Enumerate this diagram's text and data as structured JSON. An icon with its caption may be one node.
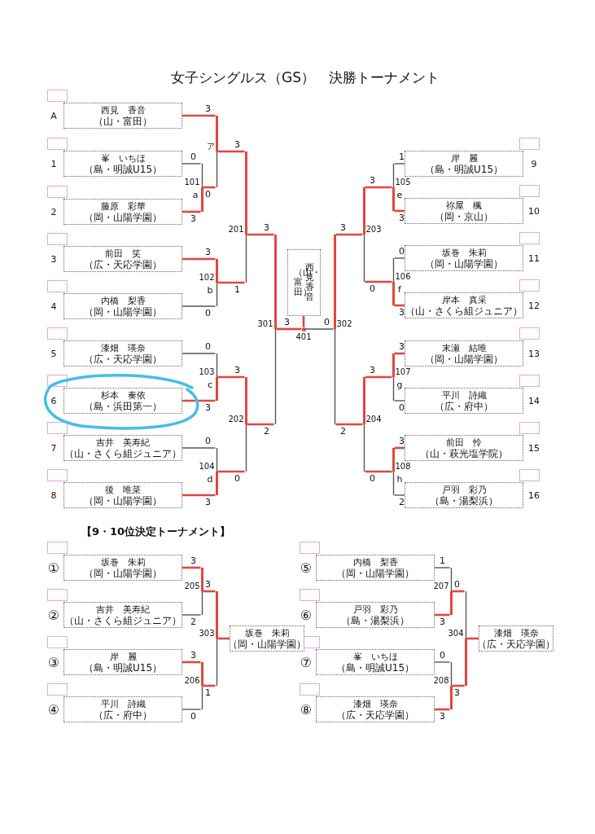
{
  "diagram": {
    "title": "女子シングルス（GS）　決勝トーナメント",
    "nodes": [
      {
        "text": [
          "西見　香音",
          "（山・富田）"
        ],
        "beside": [
          "A"
        ]
      },
      {
        "text": [
          "峯　いちほ",
          "（島・明誠U15）"
        ],
        "beside": [
          "1"
        ]
      },
      {
        "text": [
          "藤原　彩華",
          "（岡・山陽学園）"
        ],
        "beside": [
          "2"
        ]
      },
      {
        "text": [
          "前田　笑",
          "（広・天応学園）"
        ],
        "beside": [
          "3"
        ]
      },
      {
        "text": [
          "内橋　梨香",
          "（岡・山陽学園）"
        ],
        "beside": [
          "4"
        ]
      },
      {
        "text": [
          "漆畑　瑛奈",
          "（広・天応学園）"
        ],
        "beside": [
          "5"
        ]
      },
      {
        "text": [
          "杉本　奏依",
          "（島・浜田第一）"
        ],
        "beside": [
          "6"
        ]
      },
      {
        "text": [
          "吉井　美寿紀",
          "（山・さくら組ジュニア）"
        ],
        "beside": [
          "7"
        ]
      },
      {
        "text": [
          "後　唯菜",
          "（岡・山陽学園）"
        ],
        "beside": [
          "8"
        ]
      },
      {
        "text": [
          "岸　麗",
          "（島・明誠U15）"
        ],
        "beside": [
          "9"
        ]
      },
      {
        "text": [
          "祢屋　楓",
          "（岡・京山）"
        ],
        "beside": [
          "10"
        ]
      },
      {
        "text": [
          "坂巻　朱莉",
          "（岡・山陽学園）"
        ],
        "beside": [
          "11"
        ]
      },
      {
        "text": [
          "岸本　真采",
          "（山・さくら組ジュニア）"
        ],
        "beside": [
          "12"
        ]
      },
      {
        "text": [
          "末瀬　結唯",
          "（岡・山陽学園）"
        ],
        "beside": [
          "13"
        ]
      },
      {
        "text": [
          "平川　詩織",
          "（広・府中）"
        ],
        "beside": [
          "14"
        ]
      },
      {
        "text": [
          "前田　怜",
          "（山・萩光塩学院）"
        ],
        "beside": [
          "15"
        ]
      },
      {
        "text": [
          "戸羽　彩乃",
          "（島・湯梨浜）"
        ],
        "beside": [
          "16"
        ]
      },
      {
        "text": [
          "西見香音",
          "（山・富田）"
        ]
      },
      {
        "text": [],
        "shape": "bar",
        "beside": [
          "101",
          "a"
        ]
      },
      {
        "text": [],
        "shape": "bar",
        "beside": [
          "ア"
        ]
      },
      {
        "text": [],
        "shape": "bar",
        "beside": [
          "102",
          "b"
        ]
      },
      {
        "text": [],
        "shape": "bar",
        "beside": [
          "201"
        ]
      },
      {
        "text": [],
        "shape": "bar",
        "beside": [
          "103",
          "c"
        ]
      },
      {
        "text": [],
        "shape": "bar",
        "beside": [
          "104",
          "d"
        ]
      },
      {
        "text": [],
        "shape": "bar",
        "beside": [
          "202"
        ]
      },
      {
        "text": [],
        "shape": "bar",
        "beside": [
          "301"
        ]
      },
      {
        "text": [],
        "shape": "dot",
        "beside": [
          "401"
        ]
      },
      {
        "text": [],
        "shape": "bar",
        "beside": [
          "302"
        ]
      },
      {
        "text": [],
        "shape": "bar",
        "beside": [
          "203"
        ]
      },
      {
        "text": [],
        "shape": "bar",
        "beside": [
          "204"
        ]
      },
      {
        "text": [],
        "shape": "bar",
        "beside": [
          "105",
          "e"
        ]
      },
      {
        "text": [],
        "shape": "bar",
        "beside": [
          "106",
          "f"
        ]
      },
      {
        "text": [],
        "shape": "bar",
        "beside": [
          "107",
          "g"
        ]
      },
      {
        "text": [],
        "shape": "bar",
        "beside": [
          "108",
          "h"
        ]
      },
      {
        "text": [
          "坂巻　朱莉",
          "（岡・山陽学園）"
        ],
        "beside": [
          "①"
        ]
      },
      {
        "text": [
          "吉井　美寿紀",
          "（山・さくら組ジュニア）"
        ],
        "beside": [
          "②"
        ]
      },
      {
        "text": [
          "岸　麗",
          "（島・明誠U15）"
        ],
        "beside": [
          "③"
        ]
      },
      {
        "text": [
          "平川　詩織",
          "（広・府中）"
        ],
        "beside": [
          "④"
        ]
      },
      {
        "text": [
          "坂巻　朱莉",
          "（岡・山陽学園）"
        ]
      },
      {
        "text": [
          "内橋　梨香",
          "（岡・山陽学園）"
        ],
        "beside": [
          "⑤"
        ]
      },
      {
        "text": [
          "戸羽　彩乃",
          "（島・湯梨浜）"
        ],
        "beside": [
          "⑥"
        ]
      },
      {
        "text": [
          "峯　いちほ",
          "（島・明誠U15）"
        ],
        "beside": [
          "⑦"
        ]
      },
      {
        "text": [
          "漆畑　瑛奈",
          "（広・天応学園）"
        ],
        "beside": [
          "⑧"
        ]
      },
      {
        "text": [
          "漆畑　瑛奈",
          "（広・天応学園）"
        ]
      },
      {
        "text": [],
        "shape": "bar",
        "beside": [
          "205"
        ]
      },
      {
        "text": [],
        "shape": "bar",
        "beside": [
          "206"
        ]
      },
      {
        "text": [],
        "shape": "bar",
        "beside": [
          "303"
        ]
      },
      {
        "text": [],
        "shape": "bar",
        "beside": [
          "207"
        ]
      },
      {
        "text": [],
        "shape": "bar",
        "beside": [
          "208"
        ]
      },
      {
        "text": [],
        "shape": "bar",
        "beside": [
          "304"
        ]
      }
    ],
    "edges": [
      {
        "from": 0,
        "to": 19,
        "arrow": "none",
        "label": "3"
      },
      {
        "from": 1,
        "to": 18,
        "arrow": "none",
        "label": "0",
        "color": "#555555"
      },
      {
        "from": 2,
        "to": 18,
        "arrow": "none",
        "label": "3"
      },
      {
        "from": 18,
        "to": 19,
        "arrow": "none",
        "label": "0"
      },
      {
        "from": 19,
        "to": 21,
        "arrow": "none",
        "label": "3"
      },
      {
        "from": 3,
        "to": 20,
        "arrow": "none",
        "label": "3"
      },
      {
        "from": 4,
        "to": 20,
        "arrow": "none",
        "label": "0",
        "color": "#555555"
      },
      {
        "from": 20,
        "to": 21,
        "arrow": "none",
        "label": "1"
      },
      {
        "from": 21,
        "to": 25,
        "arrow": "none",
        "label": "3"
      },
      {
        "from": 5,
        "to": 22,
        "arrow": "none",
        "label": "0",
        "color": "#555555"
      },
      {
        "from": 6,
        "to": 22,
        "arrow": "none",
        "label": "3"
      },
      {
        "from": 7,
        "to": 23,
        "arrow": "none",
        "label": "0",
        "color": "#555555"
      },
      {
        "from": 8,
        "to": 23,
        "arrow": "none",
        "label": "3"
      },
      {
        "from": 22,
        "to": 24,
        "arrow": "none",
        "label": "3"
      },
      {
        "from": 23,
        "to": 24,
        "arrow": "none",
        "label": "0"
      },
      {
        "from": 24,
        "to": 25,
        "arrow": "none",
        "label": "2"
      },
      {
        "from": 25,
        "to": 26,
        "arrow": "none",
        "label": "3"
      },
      {
        "from": 26,
        "to": 17,
        "arrow": "none"
      },
      {
        "from": 27,
        "to": 26,
        "arrow": "none",
        "label": "0",
        "color": "#555555"
      },
      {
        "from": 9,
        "to": 30,
        "arrow": "none",
        "label": "1",
        "color": "#555555"
      },
      {
        "from": 10,
        "to": 30,
        "arrow": "none",
        "label": "3"
      },
      {
        "from": 11,
        "to": 31,
        "arrow": "none",
        "label": "0",
        "color": "#555555"
      },
      {
        "from": 12,
        "to": 31,
        "arrow": "none",
        "label": "3"
      },
      {
        "from": 30,
        "to": 28,
        "arrow": "none",
        "label": "3"
      },
      {
        "from": 31,
        "to": 28,
        "arrow": "none",
        "label": "0"
      },
      {
        "from": 28,
        "to": 27,
        "arrow": "none",
        "label": "3"
      },
      {
        "from": 13,
        "to": 32,
        "arrow": "none",
        "label": "3"
      },
      {
        "from": 14,
        "to": 32,
        "arrow": "none",
        "label": "0",
        "color": "#555555"
      },
      {
        "from": 15,
        "to": 33,
        "arrow": "none",
        "label": "3"
      },
      {
        "from": 16,
        "to": 33,
        "arrow": "none",
        "label": "2",
        "color": "#555555"
      },
      {
        "from": 32,
        "to": 29,
        "arrow": "none",
        "label": "3"
      },
      {
        "from": 33,
        "to": 29,
        "arrow": "none",
        "label": "0"
      },
      {
        "from": 29,
        "to": 27,
        "arrow": "none",
        "label": "2"
      },
      {
        "from": 34,
        "to": 44,
        "arrow": "none",
        "label": "3"
      },
      {
        "from": 35,
        "to": 44,
        "arrow": "none",
        "label": "2",
        "color": "#555555"
      },
      {
        "from": 44,
        "to": 46,
        "arrow": "none",
        "label": "3"
      },
      {
        "from": 36,
        "to": 45,
        "arrow": "none",
        "label": "3"
      },
      {
        "from": 37,
        "to": 45,
        "arrow": "none",
        "label": "0",
        "color": "#555555"
      },
      {
        "from": 45,
        "to": 46,
        "arrow": "none",
        "label": "1"
      },
      {
        "from": 46,
        "to": 38,
        "arrow": "none"
      },
      {
        "from": 39,
        "to": 47,
        "arrow": "none",
        "label": "1",
        "color": "#555555"
      },
      {
        "from": 40,
        "to": 47,
        "arrow": "none",
        "label": "3"
      },
      {
        "from": 47,
        "to": 49,
        "arrow": "none",
        "label": "0"
      },
      {
        "from": 41,
        "to": 48,
        "arrow": "none",
        "label": "0",
        "color": "#555555"
      },
      {
        "from": 42,
        "to": 48,
        "arrow": "none",
        "label": "3"
      },
      {
        "from": 48,
        "to": 49,
        "arrow": "none",
        "label": "3"
      },
      {
        "from": 49,
        "to": 43,
        "arrow": "none"
      }
    ],
    "labels": [
      "【9・10位決定トーナメント】"
    ]
  }
}
